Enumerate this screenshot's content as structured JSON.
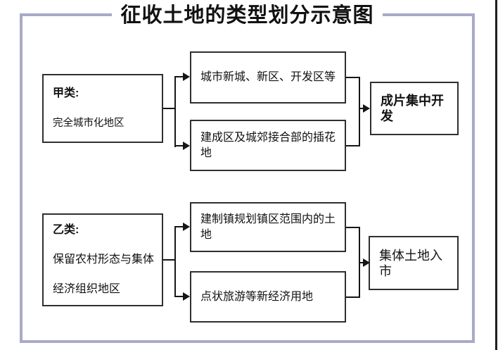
{
  "title": "征收土地的类型划分示意图",
  "colors": {
    "frame_border": "#a9aac7",
    "box_border": "#2f2f2f",
    "connector": "#161616",
    "text": "#111111",
    "background": "#ffffff"
  },
  "diagram": {
    "group_a": {
      "source_heading": "甲类:",
      "source_line1": "完全城市化地区",
      "branch1": "城市新城、新区、开发区等",
      "branch2": "建成区及城郊接合部的插花地",
      "result": "成片集中开发"
    },
    "group_b": {
      "source_heading": "乙类:",
      "source_line1": "保留农村形态与集体",
      "source_line2": "经济组织地区",
      "branch1": "建制镇规划镇区范围内的土地",
      "branch2": "点状旅游等新经济用地",
      "result": "集体土地入市"
    }
  }
}
